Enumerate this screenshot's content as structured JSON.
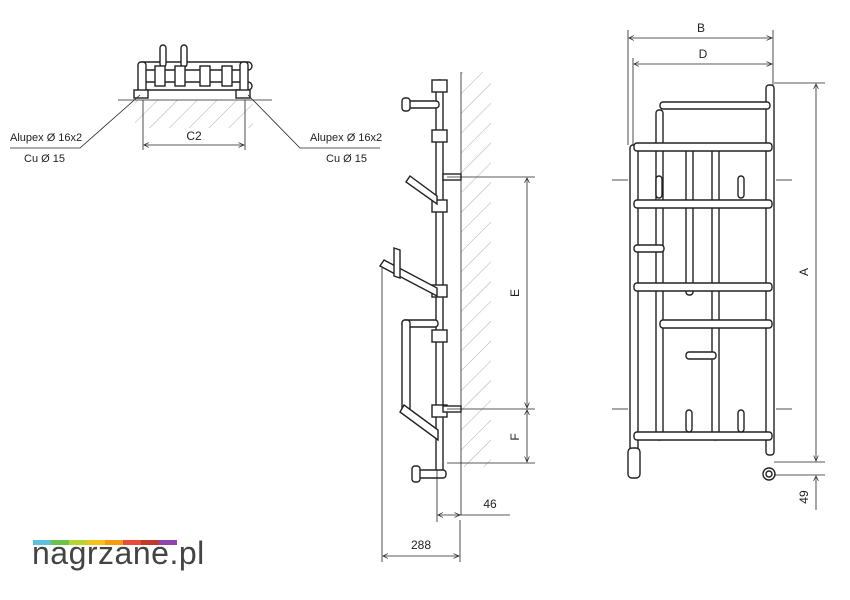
{
  "top_view": {
    "c2": "C2",
    "left_note_1": "Alupex Ø 16x2",
    "left_note_2": "Cu Ø 15",
    "right_note_1": "Alupex Ø 16x2",
    "right_note_2": "Cu Ø 15"
  },
  "side_view": {
    "e": "E",
    "f": "F",
    "d46": "46",
    "d288": "288"
  },
  "front_view": {
    "b": "B",
    "d": "D",
    "a": "A",
    "d49": "49"
  },
  "brand": {
    "text": "nagrzane.pl",
    "colors": [
      "#5bc0de",
      "#6cc24a",
      "#b7d433",
      "#f7c11c",
      "#f39c12",
      "#e74c3c",
      "#c0392b",
      "#8e44ad"
    ]
  }
}
